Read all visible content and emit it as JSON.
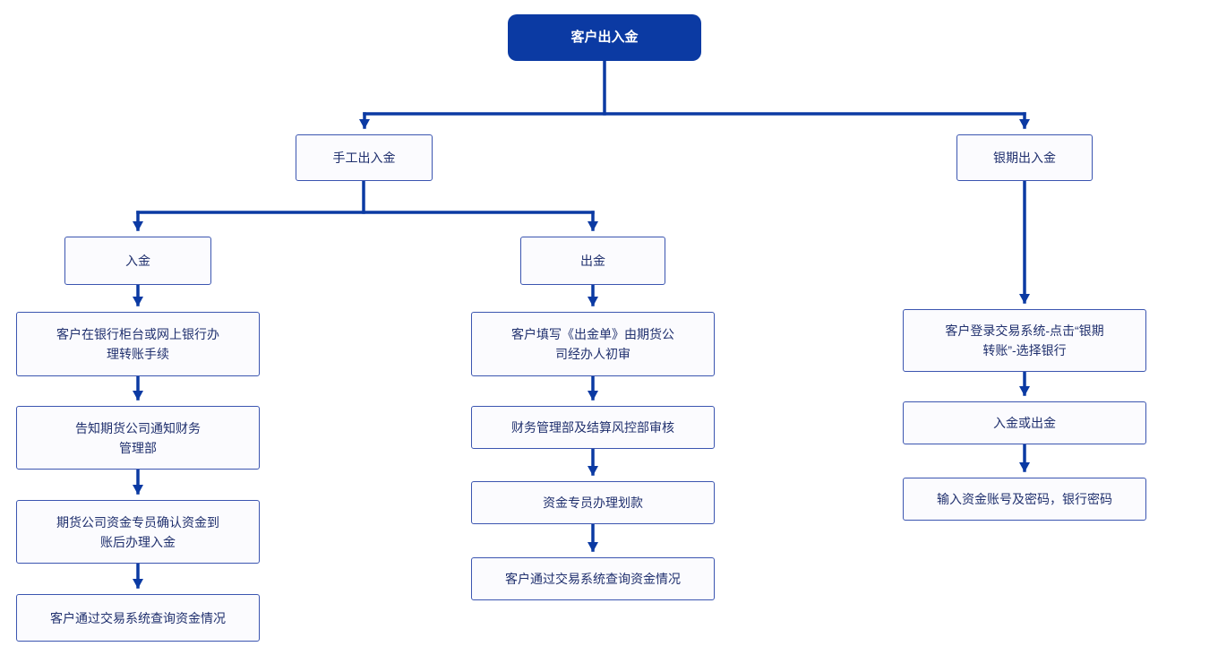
{
  "colors": {
    "primary": "#0b3aa3",
    "box_border": "#3b55b0",
    "box_bg": "#fbfbfe",
    "box_text": "#20306e"
  },
  "nodes": {
    "root": {
      "label": "客户出入金"
    },
    "manual": {
      "label": "手工出入金"
    },
    "bank": {
      "label": "银期出入金"
    },
    "deposit": {
      "label": "入金"
    },
    "withdraw": {
      "label": "出金"
    },
    "d1": {
      "line1": "客户在银行柜台或网上银行办",
      "line2": "理转账手续"
    },
    "d2": {
      "line1": "告知期货公司通知财务",
      "line2": "管理部"
    },
    "d3": {
      "line1": "期货公司资金专员确认资金到",
      "line2": "账后办理入金"
    },
    "d4": {
      "label": "客户通过交易系统查询资金情况"
    },
    "w1": {
      "line1": "客户填写《出金单》由期货公",
      "line2": "司经办人初审"
    },
    "w2": {
      "label": "财务管理部及结算风控部审核"
    },
    "w3": {
      "label": "资金专员办理划款"
    },
    "w4": {
      "label": "客户通过交易系统查询资金情况"
    },
    "b1": {
      "line1": "客户登录交易系统-点击“银期",
      "line2": "转账”-选择银行"
    },
    "b2": {
      "label": "入金或出金"
    },
    "b3": {
      "label": "输入资金账号及密码，银行密码"
    }
  }
}
